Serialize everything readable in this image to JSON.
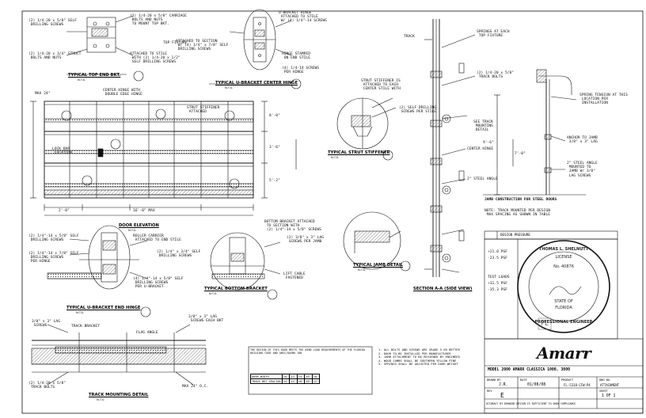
{
  "titles": {
    "typical_top_end_bkt": "TYPICAL TOP END BKT.",
    "typical_ubracket_center_hinge": "TYPICAL U-BRACKET CENTER HINGE",
    "door_elevation": "DOOR ELEVATION",
    "typical_strut_stiffener": "TYPICAL STRUT STIFFENER",
    "typical_ubracket_end_hinge": "TYPICAL U-BRACKET END HINGE",
    "typical_bottom_bracket": "TYPICAL BOTTOM BRACKET",
    "typical_jamb_detail": "TYPICAL JAMB DETAIL",
    "section_aa": "SECTION A-A (SIDE VIEW)",
    "track_mounting_detail": "TRACK MOUNTING DETAIL"
  },
  "scale_note": "N.T.S.",
  "callouts": {
    "top_end_1": "(2) 1/4-20 x 5/8\" CARRIAGE\n BOLTS AND NUTS\n TO MOUNT TOP BKT.",
    "top_end_2": "(2) 1/4-20 x 5/8\" SELF\n DRILLING SCREWS",
    "top_end_3": "TOP FIXTURE",
    "top_end_4": "(2) 1/4-20 x 3/4\" STRUCT\n BOLTS AND NUTS",
    "top_end_5": "ATTACHED TO STILE\n WITH (2) 1/4-20 x 1/2\"\n SELF DRILLING SCREWS",
    "hinge_1": "U-BRACKET HINGE\n ATTACHED TO STILE\n W/ (4) 1/4\"-14 SCREWS",
    "hinge_2": "ATTACHED TO SECTION\n W/ (4) 1/4\" x 7/8\" SELF\n DRILLING SCREWS",
    "hinge_3": "HINGE STAMPED\n ON END STILE",
    "hinge_4": "(4) 1/4-14 SCREWS\n PER HINGE",
    "elev_1": "CENTER HINGE WITH\n DOUBLE EDGE HINGE",
    "elev_2": "LOCK BAR\n LOCATION",
    "elev_3": "STRUT STIFFENER\n ATTACHED",
    "stiff_1": "STRUT STIFFENER IS\n ATTACHED TO EACH\n CENTER STILE WITH",
    "stiff_2": "(2) SELF DRILLING\n SCREWS PER STILE",
    "endhinge_1": "(2) 1/4\"-14 x 5/8\" SELF\n DRILLING SCREWS",
    "endhinge_2": "(2) 1/4\"-14 x 7/8\" SELF\n DRILLING SCREWS\n PER HINGE",
    "endhinge_3": "ROLLER CARRIER\n ATTACHED TO END STILE",
    "endhinge_4": "(4) 1/4\"-14 x 5/8\" SELF\n DRILLING SCREWS\n PER U-BRACKET",
    "bottom_1": "BOTTOM BRACKET ATTACHED\n TO SECTION WITH\n (2) 1/4\"-14 x 5/8\" SCREWS",
    "bottom_2": "(2) 1/4\" x 3/4\" SELF\n DRILLING SCREWS",
    "bottom_3": "LIFT CABLE\n FASTENED",
    "jamb_1": "(2) 3/8\" x 3\" LAG\n SCREWS PER JAMB",
    "section_1": "TRACK",
    "section_2": "2\" STEEL ANGLE",
    "section_3": "(2) 1/4-20 x 5/8\"\n TRACK BOLTS",
    "section_4": "SPRINGS AT EACH\n TOP FIXTURE",
    "section_5": "CENTER HINGE",
    "track_1": "3/8\" x 3\" LAG\n SCREWS",
    "track_2": "TRACK BRACKET",
    "track_3": "3/8\" x 3\" LAG\n SCREWS EACH BKT",
    "track_4": "FLAG ANGLE",
    "track_5": "(2) 1/4-20 x 5/8\"\n TRACK BOLTS",
    "track_6": "MAX 24\" O.C.",
    "right_1": "SPRING TENSION AT THIS\n LOCATION PER\n INSTALLATION",
    "right_2": "ANCHOR TO JAMB\n 3/8\" x 3\" LAG",
    "right_3": "2\" STEEL ANGLE\n MOUNTED TO\n JAMB W/ 3/8\"\n LAG SCREWS",
    "right_4": "SEE TRACK\n MOUNTING\n DETAIL",
    "right_title": "JAMB CONSTRUCTION FOR STEEL DOORS",
    "right_note": "NOTE: TRACK MOUNTED PER DESIGN\n MAX SPACING AS SHOWN IN TABLE"
  },
  "dims": {
    "d1": "MAX 24\"",
    "d2": "8'-0\"",
    "d3": "3'-6\"",
    "d4": "16'-0\" MAX",
    "d5": "2'-0\"",
    "d6": "5'-2\"",
    "d7": "9'-6\"",
    "d8": "7'-0\""
  },
  "design_box": {
    "title": "DESIGN PRESSURE",
    "pos": "+21.0 PSF",
    "neg": "-23.5 PSF",
    "test": "TEST LOADS",
    "tpos": "+31.5 PSF",
    "tneg": "-35.3 PSF"
  },
  "wind_table": {
    "heading": "THE DESIGN OF THIS DOOR MEETS THE WIND LOAD REQUIREMENTS OF THE FLORIDA BUILDING CODE AND ANSI/DASMA 108",
    "rows": [
      [
        "DOOR WIDTH",
        "10'",
        "12'",
        "14'",
        "16'",
        "18'"
      ],
      [
        "TRACK BKT SPACING",
        "24\"",
        "24\"",
        "18\"",
        "18\"",
        "12\""
      ]
    ]
  },
  "general_notes": "1. ALL BOLTS AND SCREWS ARE GRADE 5 OR BETTER\n2. DOOR TO BE INSTALLED PER MANUFACTURER\n3. JAMB ATTACHMENT TO BE REVIEWED BY ENGINEER\n4. WOOD JAMBS SHALL BE SOUTHERN YELLOW PINE\n5. SPRINGS SHALL BE ADJUSTED PER DOOR WEIGHT",
  "seal": {
    "line1": "THOMAS L. SHELNUTT",
    "line2": "LICENSE",
    "line3": "No. 40876",
    "line4": "STATE OF",
    "line5": "FLORIDA",
    "line6": "PROFESSIONAL ENGINEER",
    "stamp": "FL"
  },
  "logo": "Amarr",
  "title_block": {
    "model": "MODEL 2000 AMARR CLASSICA 1000, 3000",
    "drawn_label": "DRAWN BY",
    "drawn": "J.R.",
    "date_label": "DATE",
    "date": "01/08/08",
    "rev_label": "REV",
    "rev": "E",
    "product_label": "PRODUCT",
    "product": "FL-5318-CFW-P4",
    "dwg_label": "DWG NO.",
    "dwg": "ATTACHMENT",
    "sheet_label": "SHEET",
    "sheet": "1 OF 1",
    "footer": "ACCURACY BY DRAWING DESIGN IS SUFFICIENT TO SHOW COMPLIANCE"
  },
  "colors": {
    "ink": "#111111",
    "paper": "#ffffff",
    "hatch": "#555555"
  }
}
